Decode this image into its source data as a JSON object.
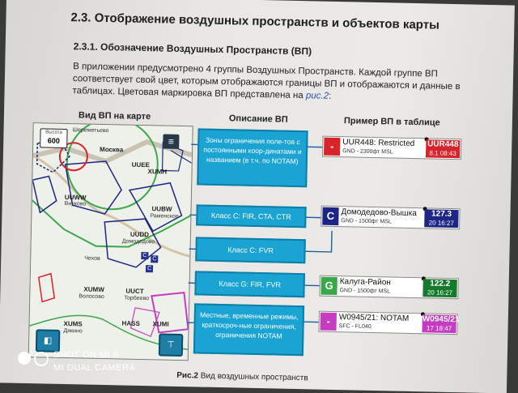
{
  "heading": "2.3. Отображение воздушных пространств и объектов карты",
  "subheading": "2.3.1.   Обозначение Воздушных Пространств (ВП)",
  "paragraph_main": "В приложении предусмотрено 4 группы Воздушных Пространств. Каждой группе ВП соответствует свой цвет, которым отображаются границы ВП и отображаются и данные в таблицах. Цветовая маркировка ВП представлена на ",
  "paragraph_ref": "рис.2",
  "paragraph_end": ":",
  "columns": {
    "map": "Вид ВП на карте",
    "desc": "Описание ВП",
    "example": "Пример ВП в таблице"
  },
  "map": {
    "alt_label": "Высота",
    "alt_value": "600",
    "menu_icon": "menu-icon",
    "labels": [
      {
        "id": "sheremetyevo",
        "text": "Шереметьево"
      },
      {
        "id": "moskva",
        "text": "Москва"
      },
      {
        "id": "uuww",
        "text": "UUWW"
      },
      {
        "id": "vnukovo",
        "text": "Внуково"
      },
      {
        "id": "uuee",
        "text": "UUEE"
      },
      {
        "id": "xumh",
        "text": "XUMH"
      },
      {
        "id": "uubw",
        "text": "UUBW"
      },
      {
        "id": "ramenskoe",
        "text": "Раменское"
      },
      {
        "id": "uudd",
        "text": "UUDD"
      },
      {
        "id": "domodedovo",
        "text": "Домодедово"
      },
      {
        "id": "chekhov",
        "text": "Чехов"
      },
      {
        "id": "xumw",
        "text": "XUMW"
      },
      {
        "id": "volosovo",
        "text": "Волосово"
      },
      {
        "id": "uuct",
        "text": "UUCT"
      },
      {
        "id": "torbeevo",
        "text": "Торбеево"
      },
      {
        "id": "xums",
        "text": "XUMS"
      },
      {
        "id": "dyakino",
        "text": "Дякино"
      },
      {
        "id": "hass",
        "text": "HASS"
      },
      {
        "id": "xumi",
        "text": "XUMI"
      }
    ],
    "class_badges": [
      "C",
      "C",
      "C"
    ],
    "bottom_left_icon": "layers-icon",
    "bottom_right_icon": "filter-icon"
  },
  "descriptions": [
    {
      "id": "restricted",
      "text": "Зоны ограничения поле-тов с постоянными коор-динатами и названием (в т.ч. по NOTAM)"
    },
    {
      "id": "class_c",
      "text": "Класс С: FIR, CTA, CTR"
    },
    {
      "id": "class_c_fvr",
      "text": "Класс С: FVR"
    },
    {
      "id": "class_g",
      "text": "Класс G: FIR, FVR"
    },
    {
      "id": "local",
      "text": "Местные, временные режимы, краткосроч-ные ограничения, ограничения NOTAM"
    }
  ],
  "examples": [
    {
      "id": "restricted",
      "tag": "-",
      "name": "UUR448: Restricted",
      "sub": "GND - 2300фт MSL",
      "badge_top": "UUR448",
      "badge_num": "8.1",
      "badge_time": "08:43",
      "tag_color": "#d8232a",
      "badge_color": "#d8232a"
    },
    {
      "id": "class_c",
      "tag": "C",
      "name": "Домодедово-Вышка",
      "sub": "GND - 1500фт MSL",
      "badge_top": "127.3",
      "badge_num": "20",
      "badge_time": "16:27",
      "tag_color": "#1d2585",
      "badge_color": "#1d2585"
    },
    {
      "id": "class_g",
      "tag": "G",
      "name": "Калуга-Район",
      "sub": "GND - 1500фт MSL",
      "badge_top": "122.2",
      "badge_num": "20",
      "badge_time": "16:27",
      "tag_color": "#3aa84a",
      "badge_color": "#157a2c"
    },
    {
      "id": "local",
      "tag": "-",
      "name": "W0945/21: NOTAM",
      "sub": "SFC - FL040",
      "badge_top": "W0945/21",
      "badge_num": "17",
      "badge_time": "18:47",
      "tag_color": "#c63cc0",
      "badge_color": "#c63cc0"
    }
  ],
  "caption_bold": "Рис.2",
  "caption_text": " Вид воздушных пространств",
  "watermark": {
    "line1": "SHOT ON MI 6",
    "line2": "MI DUAL CAMERA"
  },
  "colors": {
    "desc_fill": "#1aa3d3",
    "restricted": "#d8232a",
    "class_c": "#1d2585",
    "class_g": "#3aa84a",
    "local": "#c63cc0"
  }
}
